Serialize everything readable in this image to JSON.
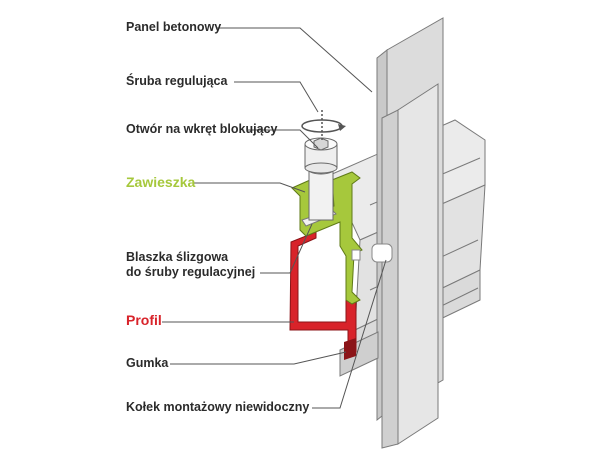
{
  "labels": {
    "panel": "Panel betonowy",
    "screw": "Śruba regulująca",
    "hole": "Otwór na wkręt blokujący",
    "hanger": "Zawieszka",
    "plate_line1": "Blaszka ślizgowa",
    "plate_line2": "do śruby regulacyjnej",
    "profile": "Profil",
    "rubber": "Gumka",
    "pin": "Kołek montażowy niewidoczny"
  },
  "colors": {
    "hanger": "#a6c83c",
    "profile": "#d8232a",
    "text": "#2b2b2b",
    "panel_front": "#d9d9d9",
    "panel_side": "#ececec",
    "rail": "#e6e6e6",
    "outline": "#7a7a7a",
    "leader": "#555555"
  }
}
